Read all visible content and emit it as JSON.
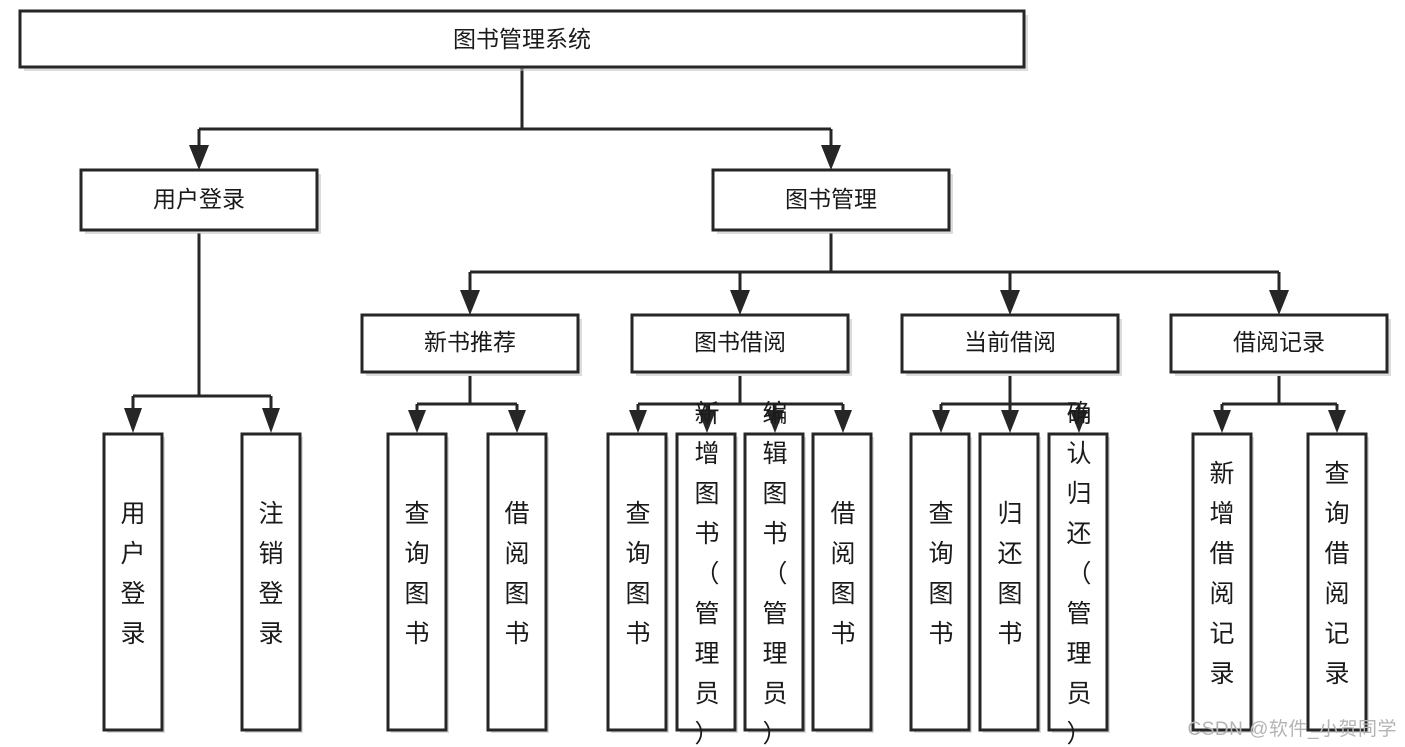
{
  "diagram": {
    "title": "图书管理系统",
    "watermark": "CSDN @软件_小贺同学",
    "colors": {
      "stroke": "#262626",
      "fill": "#ffffff",
      "text": "#1a1a1a",
      "shadow": "#bfbfbf",
      "watermark": "#b4b4b4"
    },
    "nodes": {
      "root": {
        "label": "图书管理系统"
      },
      "level2": [
        {
          "label": "用户登录"
        },
        {
          "label": "图书管理"
        }
      ],
      "level3": [
        {
          "label": "新书推荐"
        },
        {
          "label": "图书借阅"
        },
        {
          "label": "当前借阅"
        },
        {
          "label": "借阅记录"
        }
      ],
      "leaves": {
        "user_login": [
          {
            "label": "用户登录"
          },
          {
            "label": "注销登录"
          }
        ],
        "new_book": [
          {
            "label": "查询图书"
          },
          {
            "label": "借阅图书"
          }
        ],
        "book_borrow": [
          {
            "label": "查询图书"
          },
          {
            "label": "新增图书（管理员）"
          },
          {
            "label": "编辑图书（管理员）"
          },
          {
            "label": "借阅图书"
          }
        ],
        "current_borrow": [
          {
            "label": "查询图书"
          },
          {
            "label": "归还图书"
          },
          {
            "label": "确认归还（管理员）"
          }
        ],
        "borrow_record": [
          {
            "label": "新增借阅记录"
          },
          {
            "label": "查询借阅记录"
          }
        ]
      }
    }
  }
}
